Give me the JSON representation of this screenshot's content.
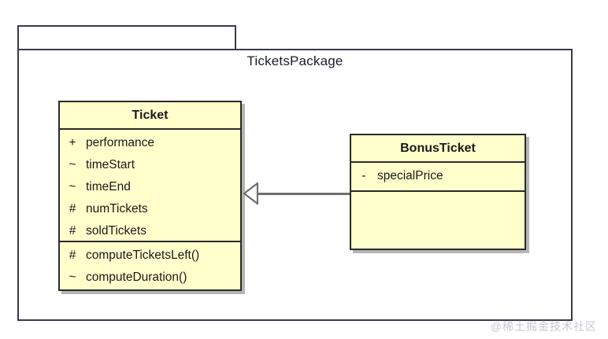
{
  "diagram": {
    "type": "uml-class-diagram",
    "package": {
      "name": "TicketsPackage"
    },
    "colors": {
      "class_fill": "#FFFFCC",
      "class_border": "#2B2B2B",
      "package_border": "#3A3A4E",
      "connector": "#6E6E6E",
      "watermark": "#C8C8D2"
    },
    "classes": [
      {
        "id": "ticket",
        "name": "Ticket",
        "attributes": [
          {
            "visibility": "+",
            "name": "performance"
          },
          {
            "visibility": "~",
            "name": "timeStart"
          },
          {
            "visibility": "~",
            "name": "timeEnd"
          },
          {
            "visibility": "#",
            "name": "numTickets"
          },
          {
            "visibility": "#",
            "name": "soldTickets"
          }
        ],
        "operations": [
          {
            "visibility": "#",
            "name": "computeTicketsLeft()"
          },
          {
            "visibility": "~",
            "name": "computeDuration()"
          }
        ]
      },
      {
        "id": "bonusticket",
        "name": "BonusTicket",
        "attributes": [
          {
            "visibility": "-",
            "name": "specialPrice"
          }
        ],
        "operations": []
      }
    ],
    "relationships": [
      {
        "kind": "generalization",
        "source": "BonusTicket",
        "target": "Ticket",
        "arrow": "hollow-triangle"
      }
    ]
  },
  "watermark": {
    "text": "@稀土掘金技术社区"
  }
}
